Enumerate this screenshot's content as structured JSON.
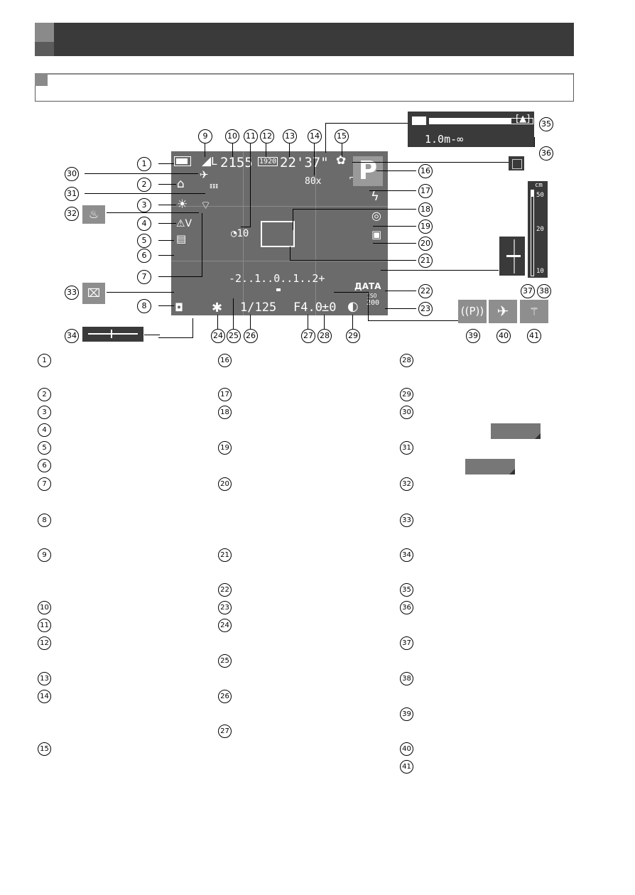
{
  "screen": {
    "shots_remaining": "2155",
    "recording_time": "22'37\"",
    "zoom": "80x",
    "shutter_speed": "1/125",
    "aperture": "F4.0",
    "exposure_comp": "±0",
    "exposure_scale": "-2..1..0..1..2+",
    "self_timer": "10",
    "movie_quality": "1920",
    "mode": "P",
    "date_stamp": "ДАТА",
    "iso": "ISO",
    "iso_value": "200",
    "size": "L"
  },
  "mf": {
    "range": "1.0m-∞"
  },
  "scale": {
    "unit": "cm",
    "top": "50",
    "mid": "20",
    "bottom": "10"
  },
  "callouts": [
    "1",
    "2",
    "3",
    "4",
    "5",
    "6",
    "7",
    "8",
    "9",
    "10",
    "11",
    "12",
    "13",
    "14",
    "15",
    "16",
    "17",
    "18",
    "19",
    "20",
    "21",
    "22",
    "23",
    "24",
    "25",
    "26",
    "27",
    "28",
    "29",
    "30",
    "31",
    "32",
    "33",
    "34",
    "35",
    "36",
    "37",
    "38",
    "39",
    "40",
    "41"
  ],
  "legend": {
    "col1": [
      "1",
      "2",
      "3",
      "4",
      "5",
      "6",
      "7",
      "8",
      "9",
      "10",
      "11",
      "12",
      "13",
      "14",
      "15"
    ],
    "col2": [
      "16",
      "17",
      "18",
      "19",
      "20",
      "21",
      "22",
      "23",
      "24",
      "25",
      "26",
      "27"
    ],
    "col3": [
      "28",
      "29",
      "30",
      "31",
      "32",
      "33",
      "34",
      "35",
      "36",
      "37",
      "38",
      "39",
      "40",
      "41"
    ]
  }
}
